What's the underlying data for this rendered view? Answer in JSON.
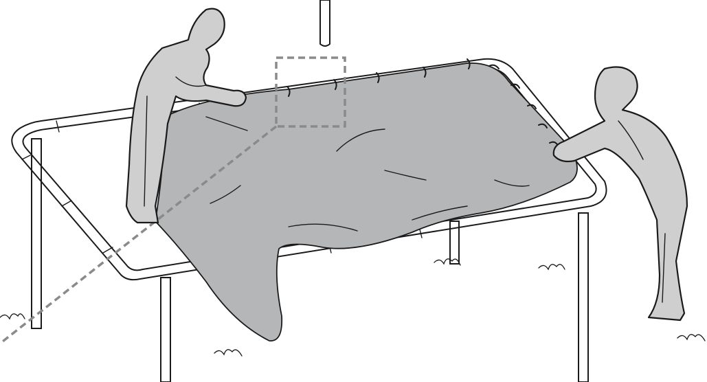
{
  "diagram": {
    "colors": {
      "mat_fill": "#b4b6b8",
      "figure_fill": "#cfcfcf",
      "outline": "#1a1a1a",
      "callout": "#8a8a8a",
      "background": "#ffffff"
    },
    "elements": [
      "trampoline-frame",
      "trampoline-mat",
      "spring-hooks",
      "left-person",
      "right-person",
      "callout-box",
      "callout-leader",
      "grass-tufts"
    ]
  }
}
